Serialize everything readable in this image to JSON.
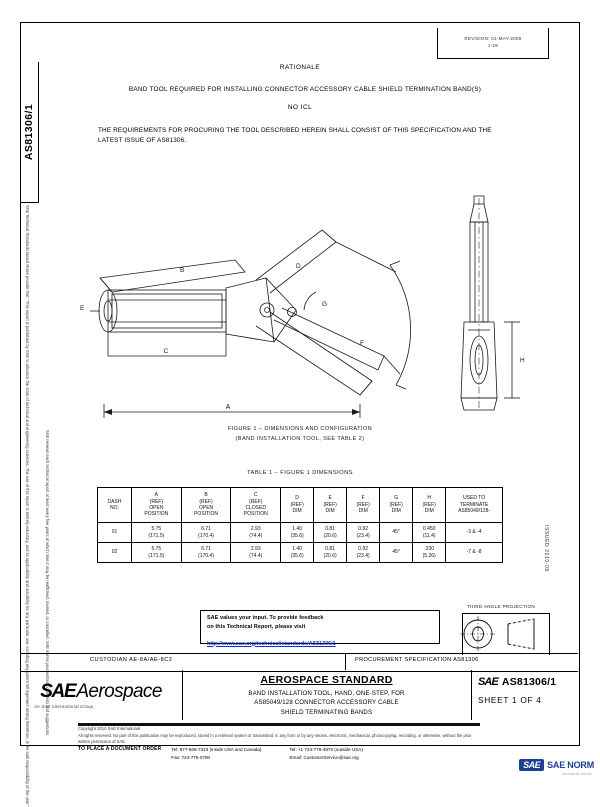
{
  "revision_box": {
    "line1": "REVISION: 01-MAY-2009",
    "line2": "1-29"
  },
  "spine": {
    "document_id": "AS81306/1",
    "disclaimer": "SAE Technical Standards Board Rules provide that: \"This report is published by SAE to advance the state of technical and engineering sciences. The use of this report is entirely voluntary, and its applicability and suitability for any particular use, including any patent infringement arising therefrom, is the sole responsibility of the user.\"",
    "review_note": "SAE reviews each technical report at least every five years at which time it may be reaffirmed, revised, or cancelled. SAE invites your written comments and suggestions.",
    "issued": "ISSUED 2010-09"
  },
  "rationale": {
    "title": "RATIONALE",
    "subtitle": "BAND TOOL REQUIRED FOR INSTALLING CONNECTOR ACCESSORY CABLE SHIELD TERMINATION BAND(S)",
    "no_icl": "NO ICL",
    "requirements": "THE REQUIREMENTS FOR PROCURING THE TOOL DESCRIBED HEREIN SHALL CONSIST OF THIS SPECIFICATION AND THE LATEST ISSUE OF AS81306."
  },
  "figure": {
    "caption_line1": "FIGURE 1 – DIMENSIONS AND CONFIGURATION",
    "caption_line2": "(BAND INSTALLATION TOOL, SEE TABLE 2)",
    "callouts": [
      "A",
      "B",
      "C",
      "D",
      "E",
      "F",
      "G",
      "H"
    ]
  },
  "table": {
    "caption": "TABLE 1 – FIGURE 1 DIMENSIONS",
    "headers": [
      {
        "line1": "DASH",
        "line2": "NO.",
        "line3": "",
        "line4": ""
      },
      {
        "line1": "A",
        "line2": "(REF)",
        "line3": "OPEN",
        "line4": "POSITION"
      },
      {
        "line1": "B",
        "line2": "(REF)",
        "line3": "OPEN",
        "line4": "POSITION"
      },
      {
        "line1": "C",
        "line2": "(REF)",
        "line3": "CLOSED",
        "line4": "POSITION"
      },
      {
        "line1": "D",
        "line2": "(REF)",
        "line3": "DIM",
        "line4": ""
      },
      {
        "line1": "E",
        "line2": "(REF)",
        "line3": "DIM",
        "line4": ""
      },
      {
        "line1": "F",
        "line2": "(REF)",
        "line3": "DIM",
        "line4": ""
      },
      {
        "line1": "G",
        "line2": "(REF)",
        "line3": "DIM",
        "line4": ""
      },
      {
        "line1": "H",
        "line2": "(REF)",
        "line3": "DIM",
        "line4": ""
      },
      {
        "line1": "USED TO",
        "line2": "TERMINATE",
        "line3": "AS85049/128-",
        "line4": ""
      }
    ],
    "rows": [
      {
        "dash": "01",
        "a_in": "5.75",
        "a_mm": "(171.5)",
        "b_in": "6.71",
        "b_mm": "(170.4)",
        "c_in": "2.93",
        "c_mm": "(74.4)",
        "d_in": "1.40",
        "d_mm": "(35.6)",
        "e_in": "0.81",
        "e_mm": "(20.6)",
        "f_in": "0.92",
        "f_mm": "(23.4)",
        "g": "45°",
        "h_in": "0.450",
        "h_mm": "(11.4)",
        "used_to": "-3 & -4"
      },
      {
        "dash": "02",
        "a_in": "5.75",
        "a_mm": "(171.5)",
        "b_in": "6.71",
        "b_mm": "(170.4)",
        "c_in": "2.93",
        "c_mm": "(74.4)",
        "d_in": "1.40",
        "d_mm": "(35.6)",
        "e_in": "0.81",
        "e_mm": "(20.6)",
        "f_in": "0.92",
        "f_mm": "(23.4)",
        "g": "45°",
        "h_in": ".230",
        "h_mm": "(5.26)",
        "used_to": "-7 & -8"
      }
    ]
  },
  "feedback": {
    "line1": "SAE values your input. To provide feedback",
    "line2": "on this Technical Report, please visit",
    "link": "http://www.sae.org/technical/standards/AS81306/1"
  },
  "projection": {
    "label": "THIRD ANGLE PROJECTION"
  },
  "custodian_strip": {
    "custodian": "CUSTODIAN  AE-8A/AE-8C2",
    "procurement": "PROCUREMENT SPECIFICATION  AS81306"
  },
  "title_block": {
    "logo_mark": "SAE",
    "logo_word": "Aerospace",
    "logo_tagline": "An SAE International Group",
    "heading": "AEROSPACE STANDARD",
    "description_line1": "BAND INSTALLATION TOOL, HAND, ONE-STEP, FOR",
    "description_line2": "AS85049/128 CONNECTOR ACCESSORY CABLE",
    "description_line3": "SHIELD TERMINATING BANDS",
    "doc_mark": "SAE",
    "doc_number": "AS81306/1",
    "sheet": "SHEET 1 OF 4"
  },
  "footer": {
    "copyright": "Copyright 2010 SAE International",
    "rights": "All rights reserved. No part of this publication may be reproduced, stored in a retrieval system or transmitted, in any form or by any means, electronic, mechanical, photocopying, recording, or otherwise, without the prior written permission of SAE.",
    "order_label": "TO PLACE A DOCUMENT ORDER",
    "tel_inside": "Tel:  877-606-7323 (inside USA and Canada)",
    "fax": "Fax:  724-776-0790",
    "tel_outside": "Tel:  +1 724-776-4970 (outside USA)",
    "email": "Email:  CustomerService@sae.org"
  },
  "watermark": {
    "badge": "SAE",
    "text": "SAE NORM",
    "sub": "standards online"
  },
  "colors": {
    "link": "#0b2fd0",
    "watermark": "#1c3f94",
    "rule": "#000000"
  }
}
